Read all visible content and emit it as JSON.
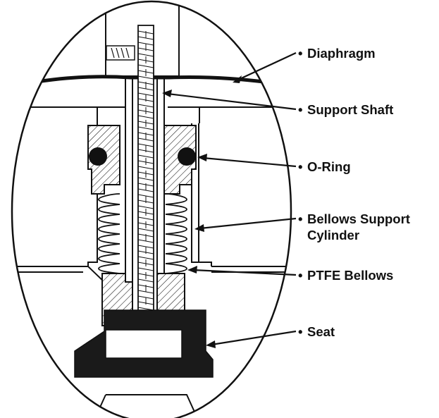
{
  "callouts": {
    "diaphragm": "Diaphragm",
    "support_shaft": "Support Shaft",
    "o_ring": "O-Ring",
    "bellows_support_line1": "Bellows Support",
    "bellows_support_line2": "Cylinder",
    "ptfe_bellows": "PTFE Bellows",
    "seat": "Seat"
  },
  "bullet": "•",
  "colors": {
    "ink": "#111111",
    "hatch_bg": "#ffffff",
    "seat_fill": "#1a1a1a"
  }
}
